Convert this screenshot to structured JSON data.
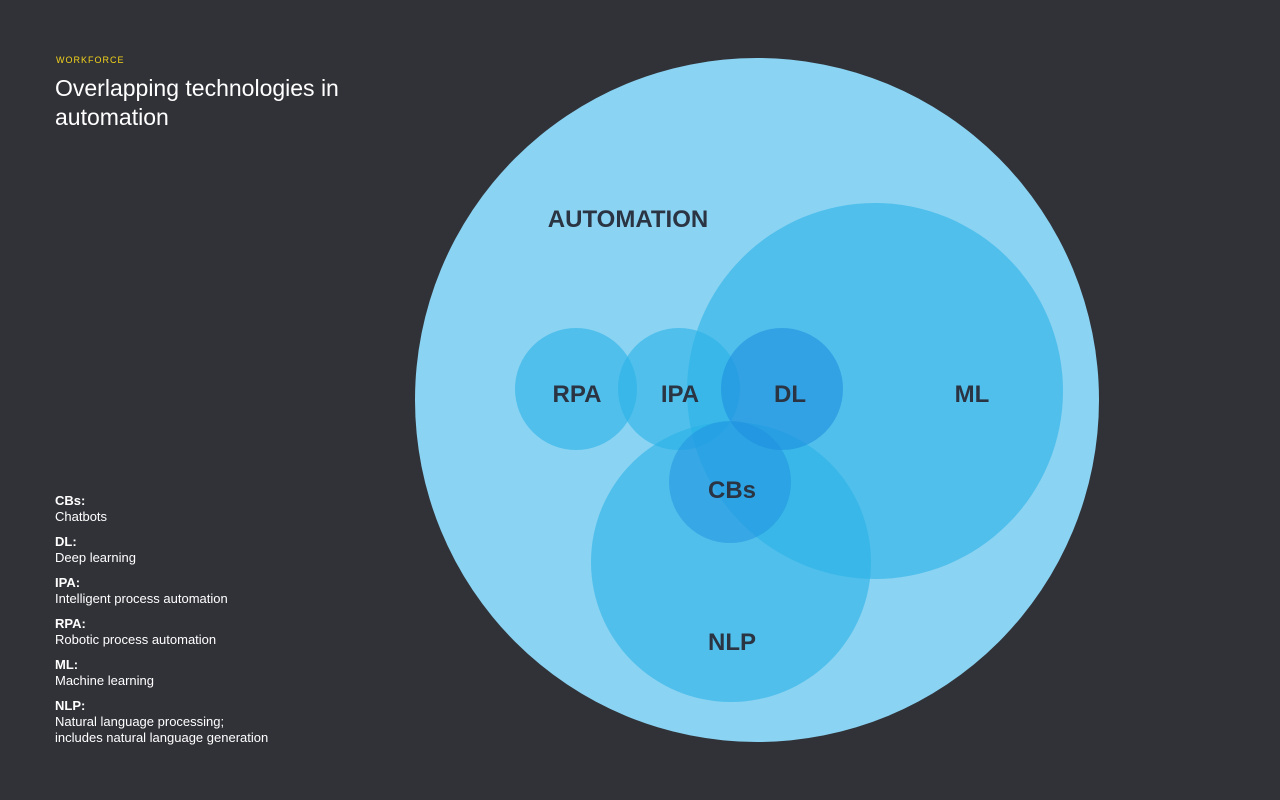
{
  "eyebrow": "WORKFORCE",
  "title": "Overlapping technologies in automation",
  "colors": {
    "background": "#313238",
    "eyebrow": "#f2d21a",
    "automation_fill": "#8ad3f2",
    "circle_fill": "#2ab3e8",
    "label": "#2b3442"
  },
  "diagram": {
    "sets": [
      {
        "id": "automation",
        "label": "AUTOMATION"
      },
      {
        "id": "ml",
        "label": "ML"
      },
      {
        "id": "nlp",
        "label": "NLP"
      },
      {
        "id": "rpa",
        "label": "RPA"
      },
      {
        "id": "ipa",
        "label": "IPA"
      },
      {
        "id": "dl",
        "label": "DL"
      },
      {
        "id": "cbs",
        "label": "CBs"
      }
    ]
  },
  "legend": [
    {
      "abbr": "CBs:",
      "definition": "Chatbots"
    },
    {
      "abbr": "DL:",
      "definition": "Deep learning"
    },
    {
      "abbr": "IPA:",
      "definition": "Intelligent process automation"
    },
    {
      "abbr": "RPA:",
      "definition": "Robotic process automation"
    },
    {
      "abbr": "ML:",
      "definition": "Machine learning"
    },
    {
      "abbr": "NLP:",
      "definition": "Natural language processing;\nincludes natural language generation"
    }
  ]
}
